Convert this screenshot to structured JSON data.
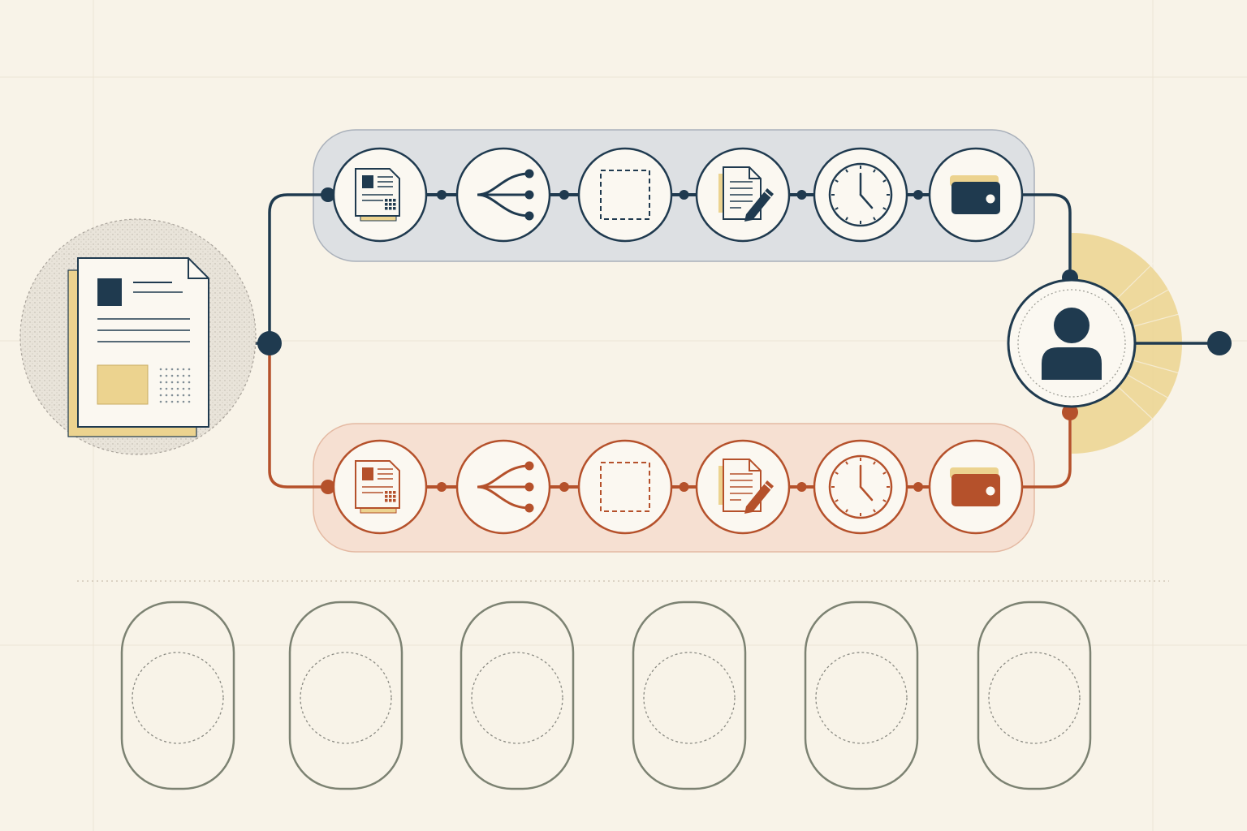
{
  "colors": {
    "background": "#f8f3e8",
    "navy": "#1f3a4f",
    "rust": "#b5512b",
    "gold": "#ecd38f",
    "paper": "#fbf8f1",
    "top_lane_fill": "#dde0e3",
    "bottom_lane_fill": "#f6e0d2",
    "placeholder_stroke": "#7c8272"
  },
  "source": {
    "icon": "document-stack-icon"
  },
  "lanes": [
    {
      "id": "top",
      "color": "navy",
      "steps": [
        {
          "icon": "invoice-document-icon"
        },
        {
          "icon": "branch-split-icon"
        },
        {
          "icon": "dashed-placeholder-icon"
        },
        {
          "icon": "edit-document-icon"
        },
        {
          "icon": "clock-icon"
        },
        {
          "icon": "wallet-icon"
        }
      ]
    },
    {
      "id": "bottom",
      "color": "rust",
      "steps": [
        {
          "icon": "invoice-document-icon"
        },
        {
          "icon": "branch-split-icon"
        },
        {
          "icon": "dashed-placeholder-icon"
        },
        {
          "icon": "edit-document-icon"
        },
        {
          "icon": "clock-icon"
        },
        {
          "icon": "wallet-icon"
        }
      ]
    }
  ],
  "destination": {
    "icon": "user-icon"
  },
  "placeholders": [
    {
      "icon": "empty-slot-icon"
    },
    {
      "icon": "empty-slot-icon"
    },
    {
      "icon": "empty-slot-icon"
    },
    {
      "icon": "empty-slot-icon"
    },
    {
      "icon": "empty-slot-icon"
    },
    {
      "icon": "empty-slot-icon"
    }
  ]
}
